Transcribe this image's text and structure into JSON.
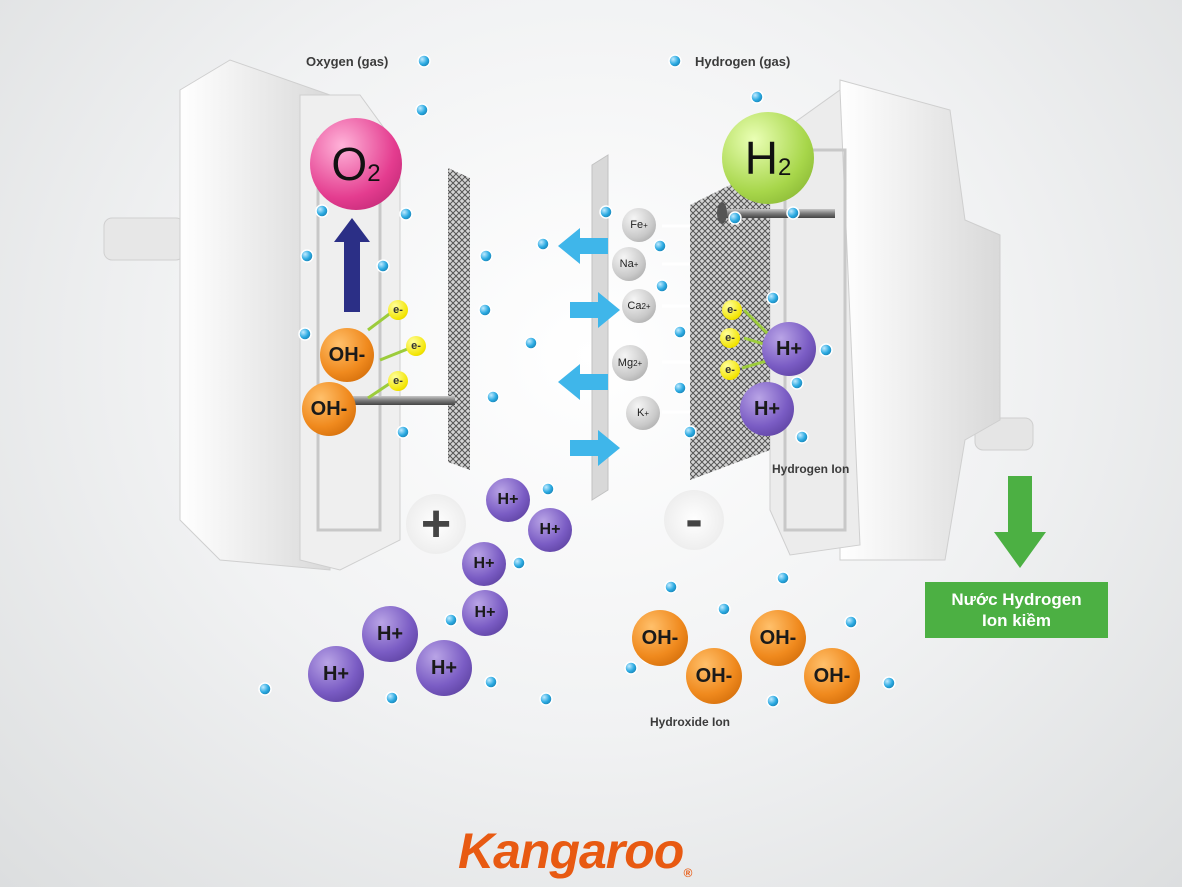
{
  "labels": {
    "oxygen_gas": "Oxygen (gas)",
    "hydrogen_gas": "Hydrogen (gas)",
    "hydrogen_ion": "Hydrogen Ion",
    "hydroxide_ion": "Hydroxide Ion",
    "alkaline_water_line1": "Nước Hydrogen",
    "alkaline_water_line2": "Ion kiềm"
  },
  "molecules": {
    "oxygen": "O",
    "oxygen_sub": "2",
    "hydrogen": "H",
    "hydrogen_sub": "2"
  },
  "electrodes": {
    "anode_sign": "+",
    "cathode_sign": "-"
  },
  "ions": {
    "hydrogen": "H+",
    "hydroxide": "OH-",
    "electron": "e-"
  },
  "minerals": [
    {
      "symbol": "Fe",
      "charge": "+"
    },
    {
      "symbol": "Na",
      "charge": "+"
    },
    {
      "symbol": "Ca",
      "charge": "2+"
    },
    {
      "symbol": "Mg",
      "charge": "2+"
    },
    {
      "symbol": "K",
      "charge": "+"
    }
  ],
  "brand": {
    "name": "Kangaroo",
    "registered": "®"
  },
  "colors": {
    "oxygen_molecule": "#e43c8f",
    "hydrogen_molecule": "#a7d64a",
    "hydrogen_ion": "#7a5cc4",
    "hydroxide_ion": "#f08a1e",
    "water_dot": "#29a9e1",
    "arrow_blue": "#3fb6ea",
    "arrow_navy": "#2b2f86",
    "arrow_green": "#4cb043",
    "brand_orange": "#e85a12"
  }
}
